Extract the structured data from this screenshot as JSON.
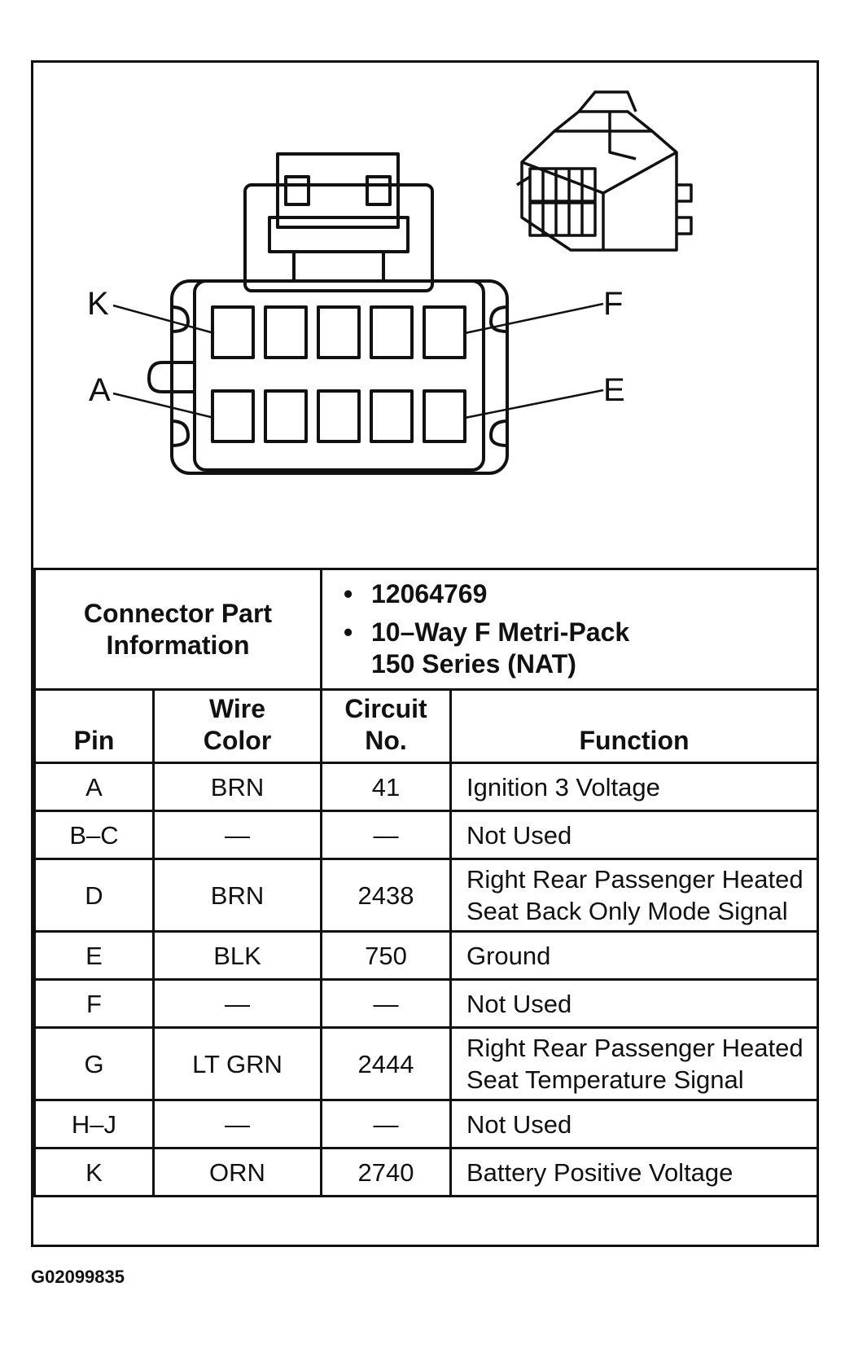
{
  "figure_id": "G02099835",
  "pin_labels": {
    "top_left": "K",
    "top_right": "F",
    "bottom_left": "A",
    "bottom_right": "E"
  },
  "connector_info": {
    "label": "Connector Part Information",
    "items": [
      "12064769",
      "10–Way F Metri-Pack 150 Series (NAT)"
    ]
  },
  "table": {
    "headers": {
      "pin": "Pin",
      "wire_color": "Wire Color",
      "circuit": "Circuit No.",
      "function": "Function"
    },
    "rows": [
      {
        "pin": "A",
        "wire_color": "BRN",
        "circuit": "41",
        "function": "Ignition 3 Voltage"
      },
      {
        "pin": "B–C",
        "wire_color": "—",
        "circuit": "—",
        "function": "Not Used"
      },
      {
        "pin": "D",
        "wire_color": "BRN",
        "circuit": "2438",
        "function": "Right Rear Passenger Heated Seat Back Only Mode Signal"
      },
      {
        "pin": "E",
        "wire_color": "BLK",
        "circuit": "750",
        "function": "Ground"
      },
      {
        "pin": "F",
        "wire_color": "—",
        "circuit": "—",
        "function": "Not Used"
      },
      {
        "pin": "G",
        "wire_color": "LT GRN",
        "circuit": "2444",
        "function": "Right Rear Passenger Heated Seat Temperature Signal"
      },
      {
        "pin": "H–J",
        "wire_color": "—",
        "circuit": "—",
        "function": "Not Used"
      },
      {
        "pin": "K",
        "wire_color": "ORN",
        "circuit": "2740",
        "function": "Battery Positive Voltage"
      }
    ]
  }
}
